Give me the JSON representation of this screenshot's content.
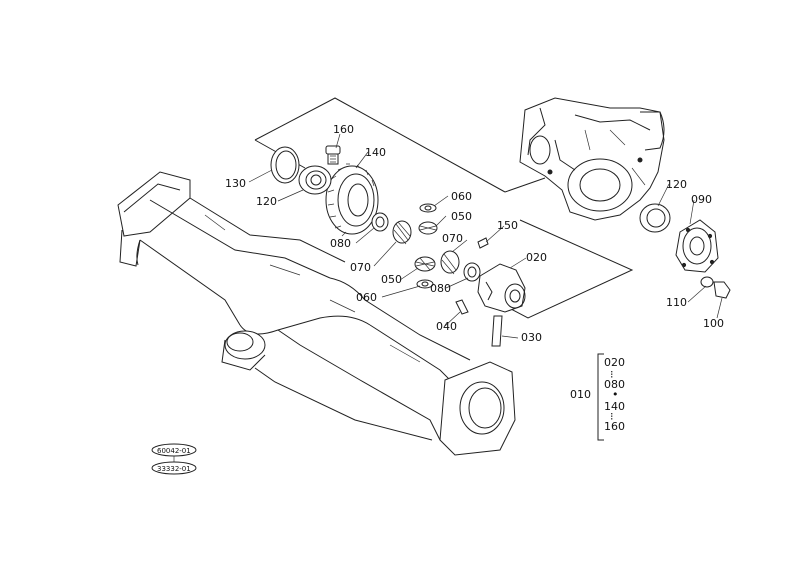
{
  "labels": {
    "p010": "010",
    "p020": "020",
    "p030": "030",
    "p040": "040",
    "p050a": "050",
    "p050b": "050",
    "p060a": "060",
    "p060b": "060",
    "p070a": "070",
    "p070b": "070",
    "p080a": "080",
    "p080b": "080",
    "p090": "090",
    "p100": "100",
    "p110": "110",
    "p120a": "120",
    "p120b": "120",
    "p130": "130",
    "p140": "140",
    "p150": "150",
    "p160": "160"
  },
  "assembly_range": {
    "item1": "020",
    "item2": "080",
    "item3": "140",
    "item4": "160"
  },
  "stamps": {
    "top": "60042-01",
    "bottom": "33332-01"
  }
}
